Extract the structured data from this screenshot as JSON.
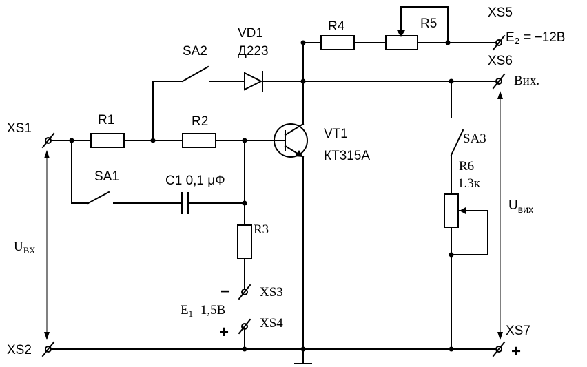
{
  "labels": {
    "xs1": "XS1",
    "xs2": "XS2",
    "xs3": "XS3",
    "xs4": "XS4",
    "xs5": "XS5",
    "xs6": "XS6",
    "xs7": "XS7",
    "r1": "R1",
    "r2": "R2",
    "r3": "R3",
    "r4": "R4",
    "r5": "R5",
    "r6": "R6",
    "r6_value": "1.3к",
    "sa1": "SA1",
    "sa2": "SA2",
    "sa3": "SA3",
    "vd1": "VD1",
    "vd1_type": "Д223",
    "vt1": "VT1",
    "vt1_type": "КТ315А",
    "c1": "C1 0,1 μФ",
    "e1": "E",
    "e1_sub": "1",
    "e1_value": "=1,5В",
    "e2": "E",
    "e2_sub": "2",
    "e2_value": " = −12В",
    "out_label": "Вих.",
    "u_in": "U",
    "u_in_sub": "ВХ",
    "u_out": "U",
    "u_out_sub": "вих",
    "minus_sign": "−",
    "plus_sign_xs4": "+",
    "plus_sign_xs7": "+"
  }
}
